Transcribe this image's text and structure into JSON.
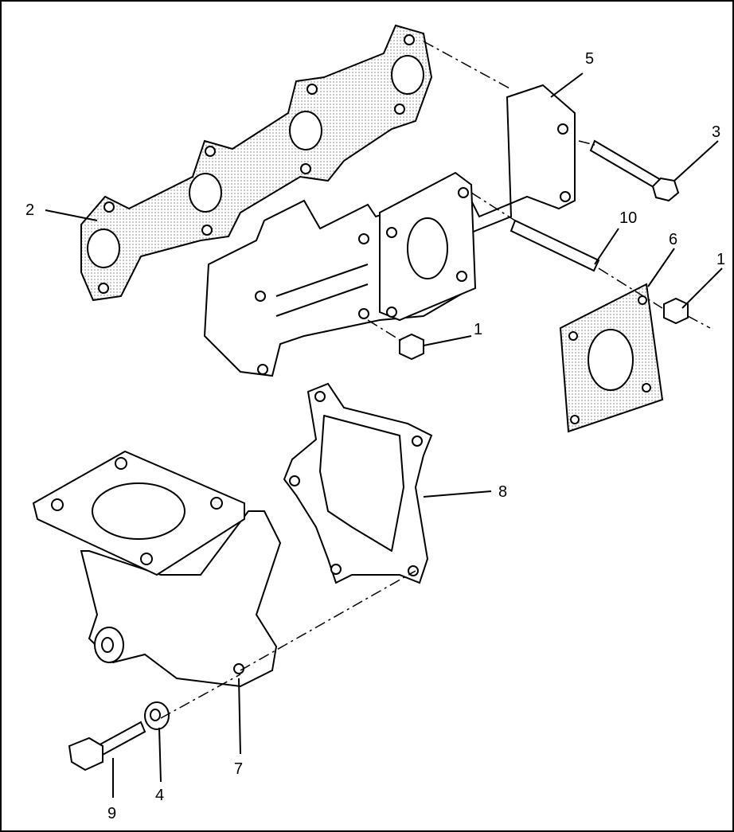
{
  "diagram": {
    "title": "Exhaust manifold and turbocharger elbow exploded view",
    "callouts": {
      "c1a": "1",
      "c1b": "1",
      "c2": "2",
      "c3": "3",
      "c4": "4",
      "c5": "5",
      "c6": "6",
      "c7": "7",
      "c8": "8",
      "c9": "9",
      "c10": "10"
    }
  }
}
